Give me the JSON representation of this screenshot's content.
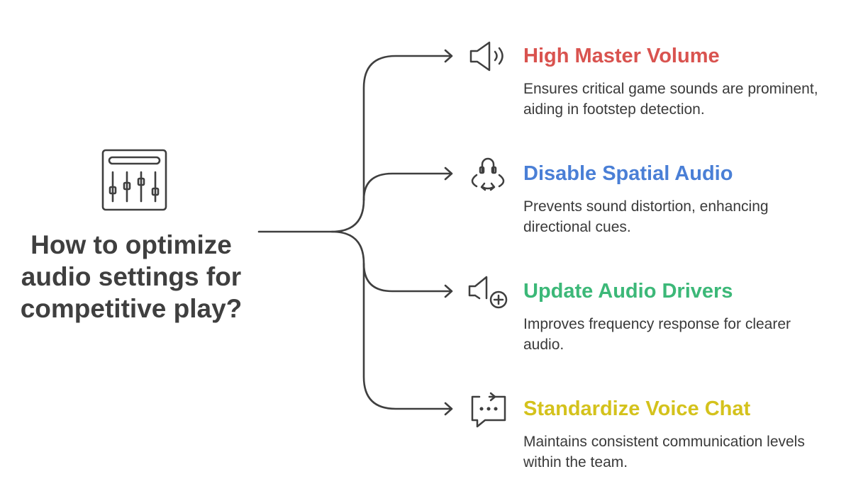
{
  "question": "How to optimize audio settings for competitive play?",
  "branches": [
    {
      "title": "High Master Volume",
      "description": "Ensures critical game sounds are prominent, aiding in footstep detection.",
      "color": "#d9534f",
      "icon": "speaker-volume-icon"
    },
    {
      "title": "Disable Spatial Audio",
      "description": "Prevents sound distortion, enhancing directional cues.",
      "color": "#4a7fd6",
      "icon": "spatial-audio-icon"
    },
    {
      "title": "Update Audio Drivers",
      "description": "Improves frequency response for clearer audio.",
      "color": "#3cb878",
      "icon": "speaker-plus-icon"
    },
    {
      "title": "Standardize Voice Chat",
      "description": "Maintains consistent communication levels within the team.",
      "color": "#d4c21c",
      "icon": "chat-bubble-icon"
    }
  ],
  "colors": {
    "text": "#3f3f3f",
    "line": "#3f3f3f"
  }
}
